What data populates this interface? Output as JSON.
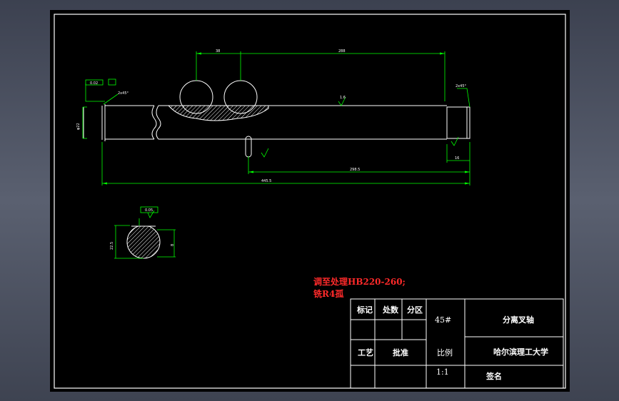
{
  "drawing": {
    "dimensions": {
      "d_top_left": "38",
      "d_top_right": "288",
      "d_lower_mid": "298.5",
      "d_overall": "445.5",
      "d_diameter_left": "φ22",
      "d_chamfer_left": "2x45°",
      "d_chamfer_right": "2x45°",
      "d_tol_frame": "0.02",
      "d_right_small": "16",
      "d_roughness_top": "1.6",
      "d_section_h": "22.5",
      "d_section_w": "8",
      "d_section_tol": "0.05"
    },
    "notes": {
      "line1": "调至处理HB220-260;",
      "line2": "铣R4孤"
    }
  },
  "title_block": {
    "mark": "标记",
    "count": "处数",
    "zone": "分区",
    "material": "45#",
    "part_name": "分离叉轴",
    "process": "工艺",
    "approve": "批准",
    "scale_label": "比例",
    "scale_value": "1:1",
    "school": "哈尔滨理工大学",
    "sign": "签名"
  },
  "colors": {
    "background": "#000000",
    "outline": "#ffffff",
    "dimension": "#00ff00",
    "annotation": "#ff2a2a",
    "border": "#ffffff"
  }
}
